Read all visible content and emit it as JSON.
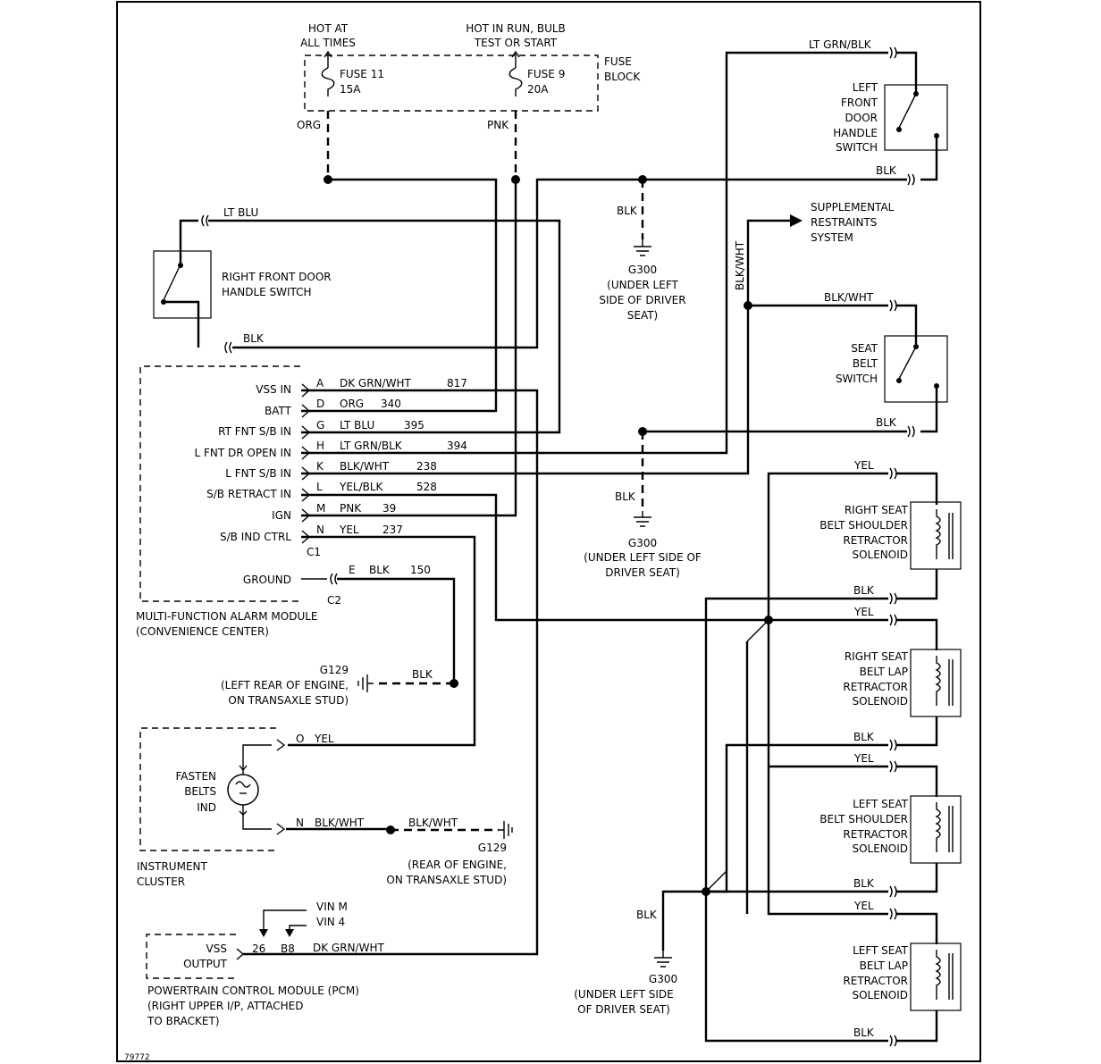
{
  "fuse_block": {
    "label_l1": "FUSE",
    "label_l2": "BLOCK",
    "hot_at_all_times_l1": "HOT AT",
    "hot_at_all_times_l2": "ALL TIMES",
    "hot_in_run_l1": "HOT IN RUN, BULB",
    "hot_in_run_l2": "TEST OR START",
    "fuse11_name": "FUSE 11",
    "fuse11_rating": "15A",
    "fuse9_name": "FUSE 9",
    "fuse9_rating": "20A",
    "wire_org": "ORG",
    "wire_pnk": "PNK"
  },
  "right_front_door": {
    "label_l1": "RIGHT FRONT DOOR",
    "label_l2": "HANDLE SWITCH",
    "wire_top": "LT BLU",
    "wire_bottom": "BLK"
  },
  "ground_top": {
    "wire": "BLK",
    "name": "G300",
    "loc_l1": "(UNDER LEFT",
    "loc_l2": "SIDE OF DRIVER",
    "loc_l3": "SEAT)"
  },
  "left_front_door": {
    "wire_top": "LT GRN/BLK",
    "wire_bottom": "BLK",
    "label_l1": "LEFT",
    "label_l2": "FRONT",
    "label_l3": "DOOR",
    "label_l4": "HANDLE",
    "label_l5": "SWITCH"
  },
  "srs": {
    "label_l1": "SUPPLEMENTAL",
    "label_l2": "RESTRAINTS",
    "label_l3": "SYSTEM",
    "wire": "BLK/WHT"
  },
  "seat_belt_switch": {
    "wire_top": "BLK/WHT",
    "wire_bottom": "BLK",
    "label_l1": "SEAT",
    "label_l2": "BELT",
    "label_l3": "SWITCH"
  },
  "ground_mid": {
    "wire": "BLK",
    "name": "G300",
    "loc_l1": "(UNDER LEFT SIDE OF",
    "loc_l2": "DRIVER SEAT)"
  },
  "mfam": {
    "label_l1": "MULTI-FUNCTION ALARM MODULE",
    "label_l2": "(CONVENIENCE CENTER)",
    "c1": "C1",
    "c2": "C2",
    "pins": [
      {
        "name": "VSS IN",
        "pin": "A",
        "wire": "DK GRN/WHT",
        "circuit": "817"
      },
      {
        "name": "BATT",
        "pin": "D",
        "wire": "ORG",
        "circuit": "340"
      },
      {
        "name": "RT FNT S/B IN",
        "pin": "G",
        "wire": "LT BLU",
        "circuit": "395"
      },
      {
        "name": "L FNT DR OPEN IN",
        "pin": "H",
        "wire": "LT GRN/BLK",
        "circuit": "394"
      },
      {
        "name": "L FNT S/B IN",
        "pin": "K",
        "wire": "BLK/WHT",
        "circuit": "238"
      },
      {
        "name": "S/B RETRACT IN",
        "pin": "L",
        "wire": "YEL/BLK",
        "circuit": "528"
      },
      {
        "name": "IGN",
        "pin": "M",
        "wire": "PNK",
        "circuit": "39"
      },
      {
        "name": "S/B IND CTRL",
        "pin": "N",
        "wire": "YEL",
        "circuit": "237"
      }
    ],
    "ground": {
      "name": "GROUND",
      "pin": "E",
      "wire": "BLK",
      "circuit": "150"
    }
  },
  "ground_g129_a": {
    "wire": "BLK",
    "name": "G129",
    "loc_l1": "(LEFT REAR OF ENGINE,",
    "loc_l2": "ON TRANSAXLE STUD)"
  },
  "cluster": {
    "label_l1": "INSTRUMENT",
    "label_l2": "CLUSTER",
    "ind_l1": "FASTEN",
    "ind_l2": "BELTS",
    "ind_l3": "IND",
    "pin_o": "O",
    "wire_o": "YEL",
    "pin_n": "N",
    "wire_n": "BLK/WHT",
    "wire_n2": "BLK/WHT"
  },
  "ground_g129_b": {
    "name": "G129",
    "loc_l1": "(REAR OF ENGINE,",
    "loc_l2": "ON TRANSAXLE STUD)"
  },
  "pcm": {
    "vin_m": "VIN M",
    "vin_4": "VIN 4",
    "label_in_l1": "VSS",
    "label_in_l2": "OUTPUT",
    "pin_26": "26",
    "pin_b8": "B8",
    "wire": "DK GRN/WHT",
    "label_l1": "POWERTRAIN CONTROL MODULE (PCM)",
    "label_l2": "(RIGHT UPPER I/P, ATTACHED",
    "label_l3": "TO BRACKET)"
  },
  "solenoids": [
    {
      "l1": "RIGHT SEAT",
      "l2": "BELT SHOULDER",
      "l3": "RETRACTOR",
      "l4": "SOLENOID",
      "wire_top": "YEL",
      "wire_bottom": "BLK"
    },
    {
      "l1": "RIGHT SEAT",
      "l2": "BELT LAP",
      "l3": "RETRACTOR",
      "l4": "SOLENOID",
      "wire_top": "YEL",
      "wire_bottom": "BLK"
    },
    {
      "l1": "LEFT SEAT",
      "l2": "BELT SHOULDER",
      "l3": "RETRACTOR",
      "l4": "SOLENOID",
      "wire_top": "YEL",
      "wire_bottom": "BLK"
    },
    {
      "l1": "LEFT SEAT",
      "l2": "BELT LAP",
      "l3": "RETRACTOR",
      "l4": "SOLENOID",
      "wire_top": "YEL",
      "wire_bottom": "BLK"
    }
  ],
  "ground_bottom": {
    "wire": "BLK",
    "name": "G300",
    "loc_l1": "(UNDER LEFT SIDE",
    "loc_l2": "OF DRIVER SEAT)"
  },
  "figure_id": "79772"
}
